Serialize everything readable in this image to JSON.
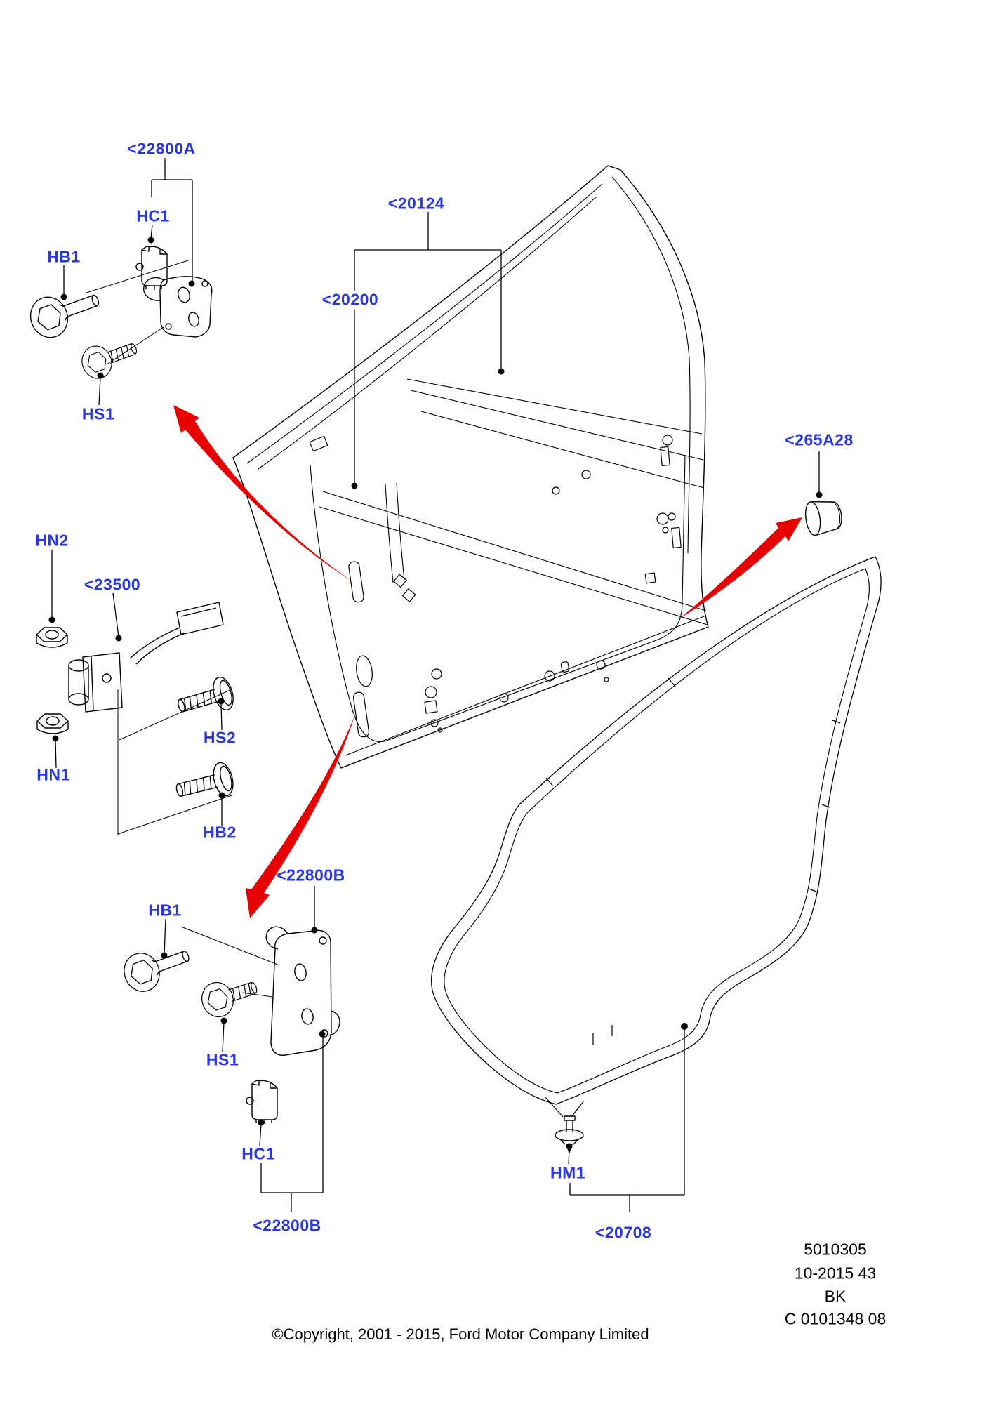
{
  "colors": {
    "label_blue": "#2936e4",
    "arrow_red": "#e60000",
    "line_black": "#000000",
    "background": "#ffffff"
  },
  "part_labels": [
    {
      "id": "22800A",
      "text": "<22800A"
    },
    {
      "id": "HC1-upper",
      "text": "HC1"
    },
    {
      "id": "HB1-upper",
      "text": "HB1"
    },
    {
      "id": "HS1-upper",
      "text": "HS1"
    },
    {
      "id": "20124",
      "text": "<20124"
    },
    {
      "id": "20200",
      "text": "<20200"
    },
    {
      "id": "265A28",
      "text": "<265A28"
    },
    {
      "id": "HN2",
      "text": "HN2"
    },
    {
      "id": "23500",
      "text": "<23500"
    },
    {
      "id": "HN1",
      "text": "HN1"
    },
    {
      "id": "HS2",
      "text": "HS2"
    },
    {
      "id": "HB2",
      "text": "HB2"
    },
    {
      "id": "HB1-lower",
      "text": "HB1"
    },
    {
      "id": "22800B-upper",
      "text": "<22800B"
    },
    {
      "id": "HS1-lower",
      "text": "HS1"
    },
    {
      "id": "HC1-lower",
      "text": "HC1"
    },
    {
      "id": "22800B-lower",
      "text": "<22800B"
    },
    {
      "id": "HM1",
      "text": "HM1"
    },
    {
      "id": "20708",
      "text": "<20708"
    }
  ],
  "footer": {
    "doc_block": [
      "5010305",
      "10-2015 43",
      "BK",
      "C 0101348 08"
    ],
    "copyright": "©Copyright, 2001 - 2015, Ford Motor Company Limited"
  }
}
